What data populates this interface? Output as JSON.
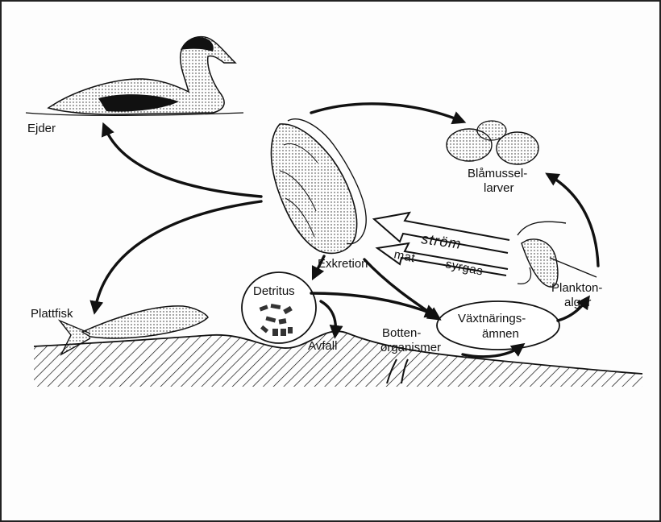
{
  "labels": {
    "ejder": "Ejder",
    "blamussel_1": "Blåmussel-",
    "blamussel_2": "larver",
    "strom": "ström",
    "mat": "mat",
    "syrgas": "syrgas",
    "exkretion": "Exkretion",
    "plankton_1": "Plankton-",
    "plankton_2": "alger",
    "detritus": "Detritus",
    "plattfisk": "Plattfisk",
    "vaxt_1": "Växtnärings-",
    "vaxt_2": "ämnen",
    "botten_1": "Botten-",
    "botten_2": "organismer",
    "avfall": "Avfall"
  },
  "colors": {
    "ink": "#111111",
    "paper": "#fdfdfd"
  }
}
